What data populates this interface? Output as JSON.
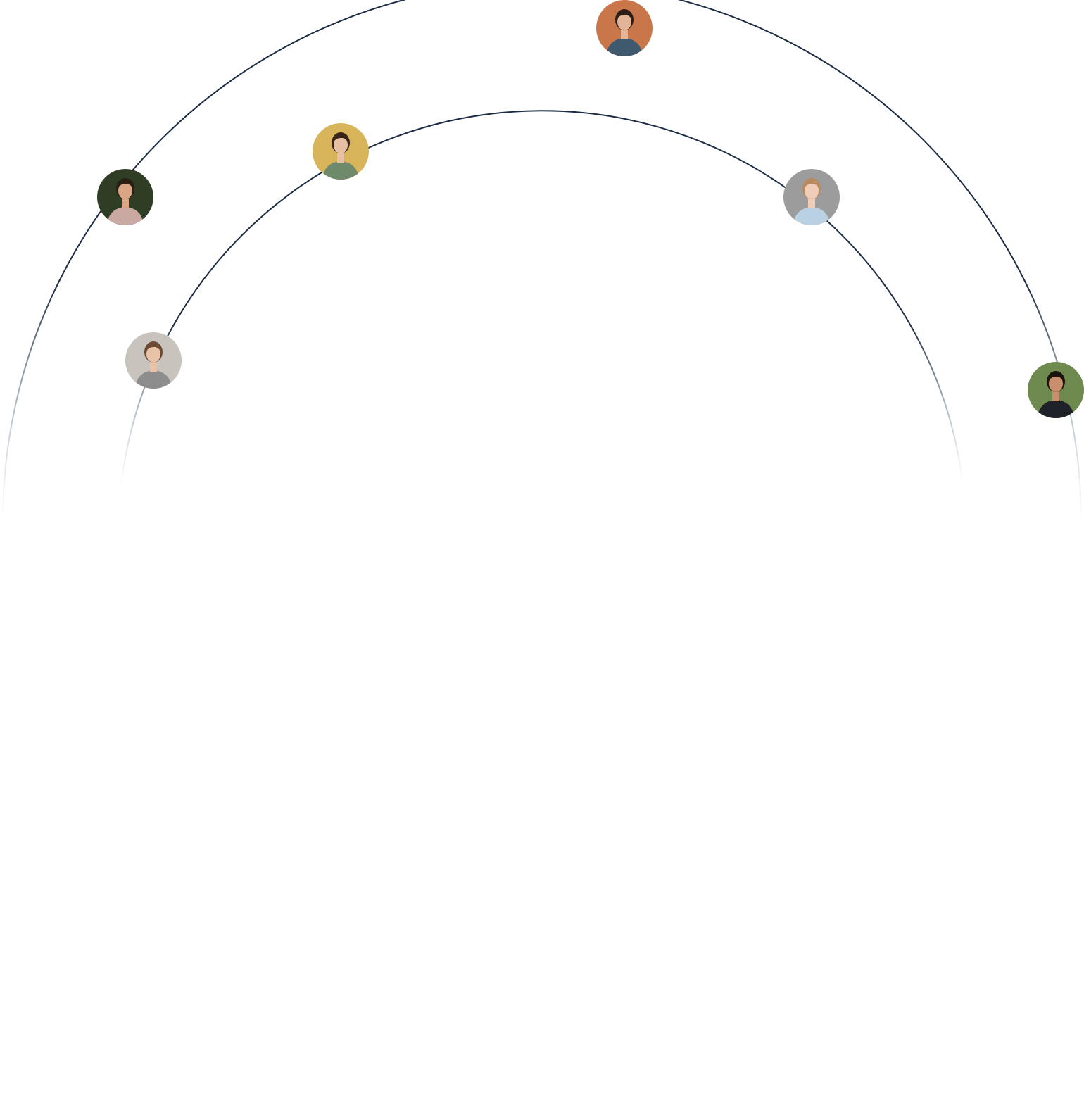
{
  "colors": {
    "background": "#ffffff",
    "orbit_stroke": "#1b2c44",
    "orbit_fade": "#9fb6cc"
  },
  "orbits": [
    {
      "name": "outer-orbit"
    },
    {
      "name": "inner-orbit"
    }
  ],
  "avatars": [
    {
      "name": "avatar-man-brick-wall",
      "icon": "person-photo",
      "bg": "#c9764a",
      "shirt": "#3f5a6e",
      "hair": "#2a1e16",
      "skin": "#e3b496"
    },
    {
      "name": "avatar-man-sunglasses",
      "icon": "person-photo",
      "bg": "#2f3d24",
      "shirt": "#c9a9a1",
      "hair": "#2b1e14",
      "skin": "#d9a585"
    },
    {
      "name": "avatar-woman-autumn-road",
      "icon": "person-photo",
      "bg": "#d8b55a",
      "shirt": "#6f8a6a",
      "hair": "#3a2418",
      "skin": "#e7bfa3"
    },
    {
      "name": "avatar-woman-grey-background",
      "icon": "person-photo",
      "bg": "#9c9c9c",
      "shirt": "#b9d1e3",
      "hair": "#b98a5e",
      "skin": "#efcdb6"
    },
    {
      "name": "avatar-woman-grey-sweater",
      "icon": "person-photo",
      "bg": "#c9c3bd",
      "shirt": "#8d8d8d",
      "hair": "#6d4b33",
      "skin": "#e9c3a8"
    },
    {
      "name": "avatar-man-dark-shirt",
      "icon": "person-photo",
      "bg": "#6e8a4e",
      "shirt": "#1f2329",
      "hair": "#1a1410",
      "skin": "#c98f6d"
    }
  ]
}
